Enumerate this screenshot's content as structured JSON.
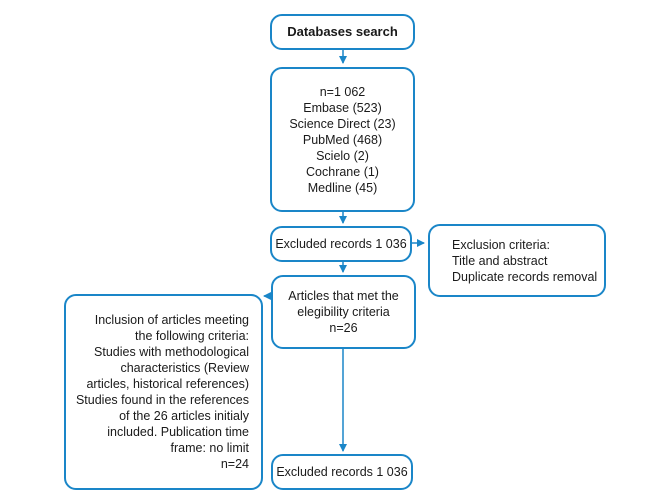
{
  "diagram": {
    "colors": {
      "border": "#1a86c8",
      "arrow": "#1a86c8"
    },
    "search": {
      "title": "Databases search"
    },
    "databases": {
      "lines": [
        "n=1 062",
        "Embase (523)",
        "Science Direct (23)",
        "PubMed (468)",
        "Scielo (2)",
        "Cochrane (1)",
        "Medline (45)"
      ]
    },
    "excluded_first": {
      "label": "Excluded records 1 036"
    },
    "exclusion_criteria": {
      "lines": [
        "Exclusion criteria:",
        "Title and abstract",
        "Duplicate records removal"
      ]
    },
    "eligible": {
      "lines": [
        "Articles that met the",
        "elegibility criteria",
        "n=26"
      ]
    },
    "inclusion": {
      "lines": [
        "Inclusion of articles meeting",
        "the following criteria:",
        "Studies with methodological",
        "characteristics (Review",
        "articles, historical references)",
        "Studies found in the references",
        "of the 26 articles initialy",
        "included. Publication time",
        "frame: no limit",
        "n=24"
      ]
    },
    "excluded_final": {
      "label": "Excluded records 1 036"
    }
  }
}
